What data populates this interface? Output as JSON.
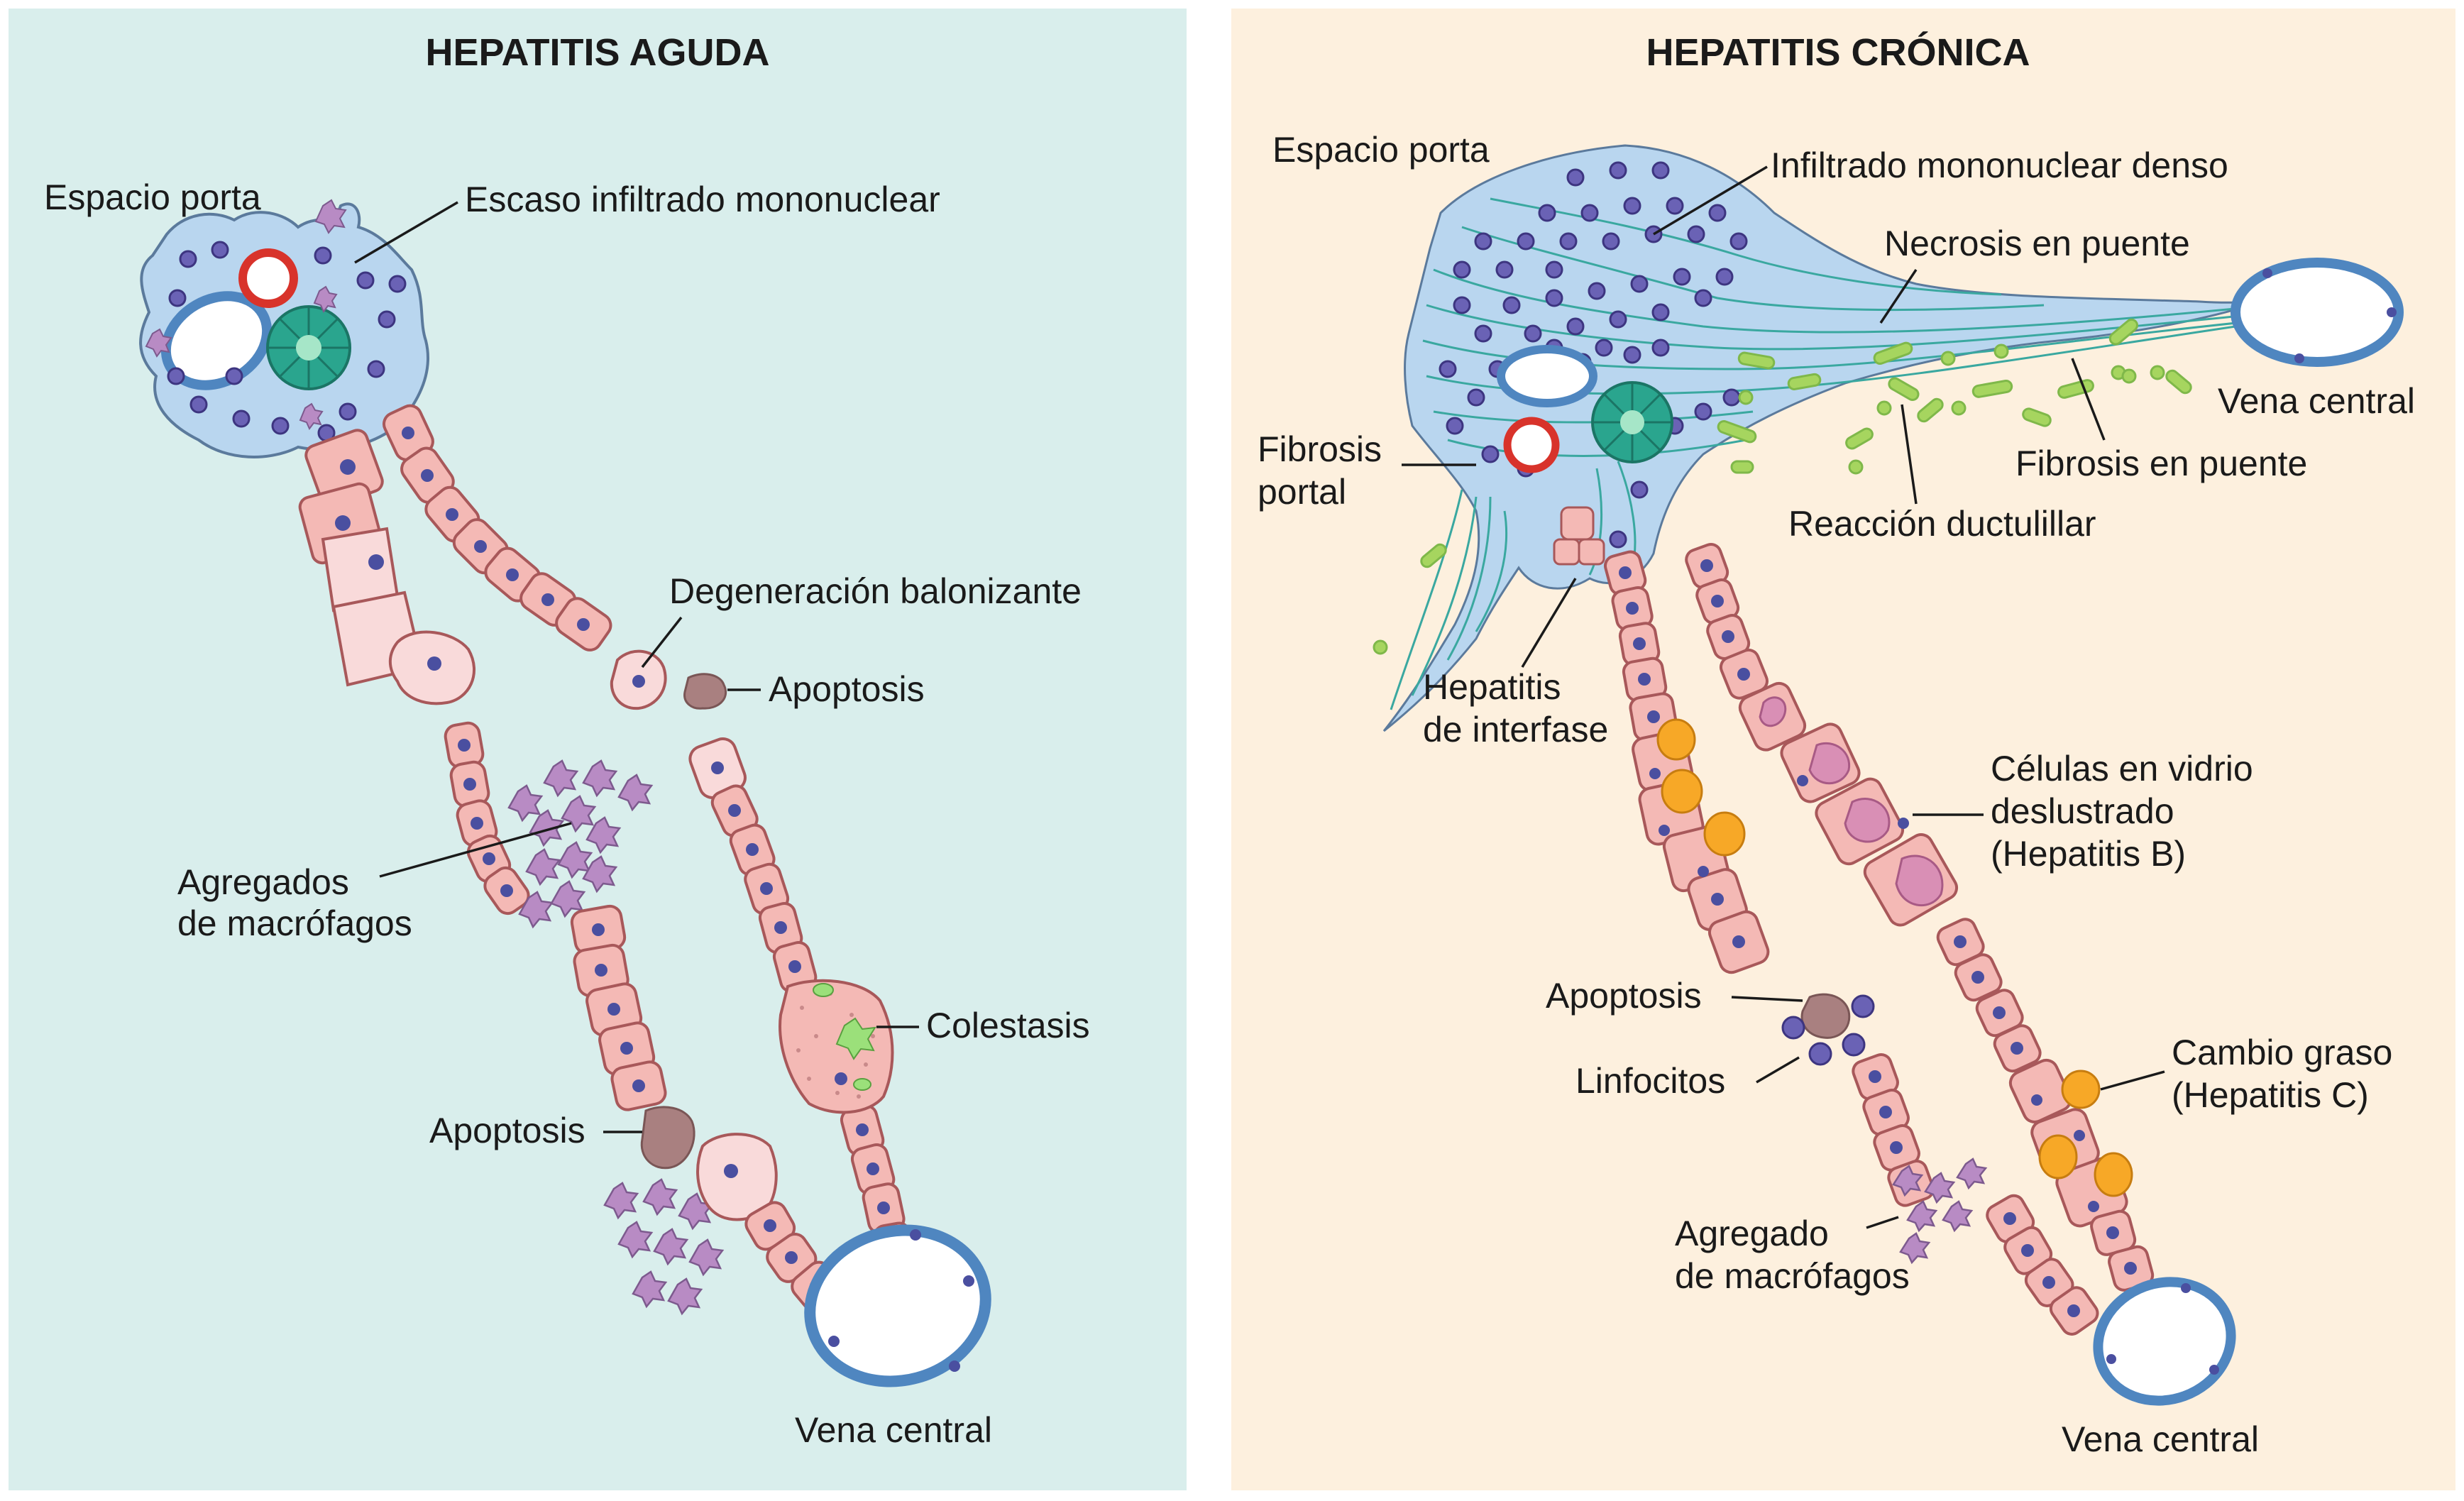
{
  "panels": [
    {
      "title": "HEPATITIS AGUDA",
      "background": "#d9eeec",
      "labels": {
        "portal_space": "Espacio porta",
        "scant_infiltrate": "Escaso infiltrado mononuclear",
        "ballooning": "Degeneración balonizante",
        "apoptosis_upper": "Apoptosis",
        "macrophage_line1": "Agregados",
        "macrophage_line2": "de macrófagos",
        "cholestasis": "Colestasis",
        "apoptosis_lower": "Apoptosis",
        "central_vein": "Vena central"
      }
    },
    {
      "title": "HEPATITIS CRÓNICA",
      "background": "#fdf0de",
      "labels": {
        "portal_space": "Espacio porta",
        "dense_infiltrate": "Infiltrado mononuclear denso",
        "bridging_necrosis": "Necrosis en puente",
        "central_vein_top": "Vena central",
        "portal_fibrosis_line1": "Fibrosis",
        "portal_fibrosis_line2": "portal",
        "bridging_fibrosis": "Fibrosis en puente",
        "ductular_reaction": "Reacción ductulillar",
        "interface_line1": "Hepatitis",
        "interface_line2": "de interfase",
        "ground_glass_line1": "Células en vidrio",
        "ground_glass_line2": "deslustrado",
        "ground_glass_line3": "(Hepatitis B)",
        "apoptosis": "Apoptosis",
        "lymphocytes": "Linfocitos",
        "fatty_line1": "Cambio graso",
        "fatty_line2": "(Hepatitis C)",
        "macrophage_line1": "Agregado",
        "macrophage_line2": "de macrófagos",
        "central_vein_bottom": "Vena central"
      }
    }
  ],
  "colors": {
    "hepatocyte_fill": "#f4b9b5",
    "hepatocyte_stroke": "#a8585a",
    "ballooned_fill": "#f9dada",
    "nucleus": "#4a4fa0",
    "portal_fill": "#b9d6ef",
    "portal_stroke": "#5b7a9c",
    "vein_rim": "#4f86c0",
    "artery_rim": "#d8332b",
    "duct": "#2aa58e",
    "macrophage": "#b88bc4",
    "apoptotic": "#a98080",
    "bile": "#9be07a",
    "fat": "#f7a827",
    "ground_glass": "#d98fb5",
    "fibrosis": "#3aa8a0",
    "ductule": "#9acd5a"
  }
}
